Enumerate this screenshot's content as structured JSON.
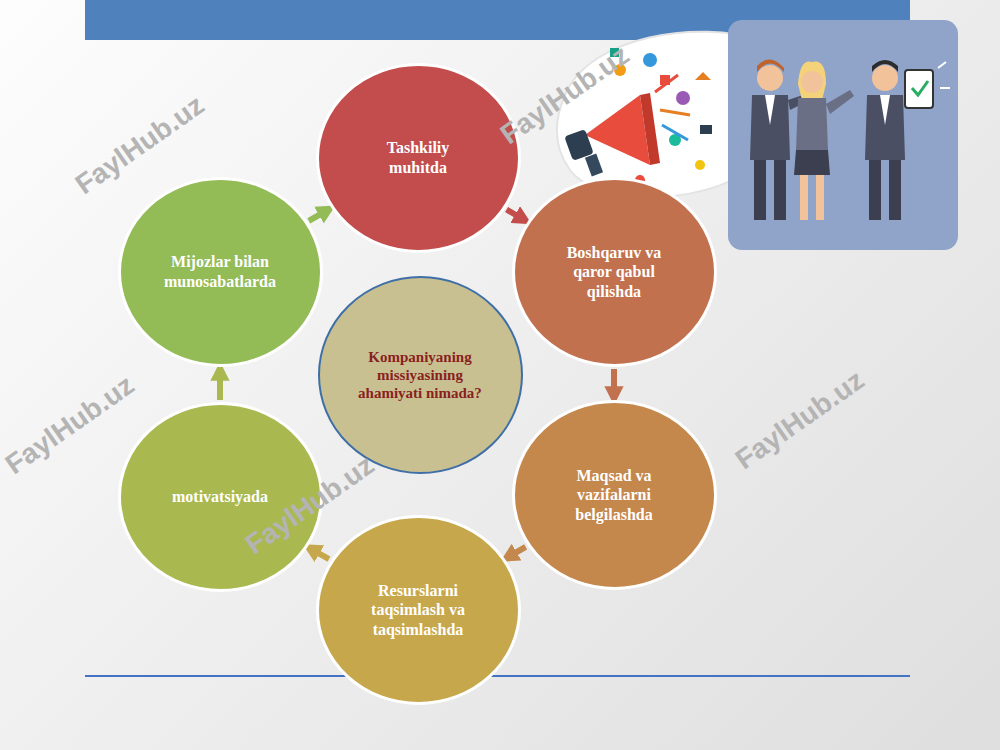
{
  "diagram": {
    "nodes": [
      {
        "text": [
          "Tashkiliy muhitda"
        ]
      },
      {
        "text": [
          "Boshqaruv va qaror qabul qilishda"
        ]
      },
      {
        "text": [
          "Maqsad va vazifalarni belgilashda"
        ]
      },
      {
        "text": [
          "Resurslarni taqsimlash va taqsimlashda"
        ]
      },
      {
        "text": [
          "motivatsiyada"
        ]
      },
      {
        "text": [
          "Mijozlar bilan munosabatlarda"
        ]
      },
      {
        "text": [
          "Kompaniyaning missiyasining ahamiyati nimada?"
        ]
      }
    ],
    "edges": [
      {
        "from": 0,
        "to": 1,
        "arrow": "to"
      },
      {
        "from": 1,
        "to": 2,
        "arrow": "to"
      },
      {
        "from": 2,
        "to": 3,
        "arrow": "to"
      },
      {
        "from": 3,
        "to": 4,
        "arrow": "to"
      },
      {
        "from": 4,
        "to": 5,
        "arrow": "to"
      },
      {
        "from": 5,
        "to": 0,
        "arrow": "to"
      }
    ],
    "labels": [
      "FaylHub.uz",
      "FaylHub.uz",
      "FaylHub.uz",
      "FaylHub.uz",
      "FaylHub.uz"
    ]
  }
}
